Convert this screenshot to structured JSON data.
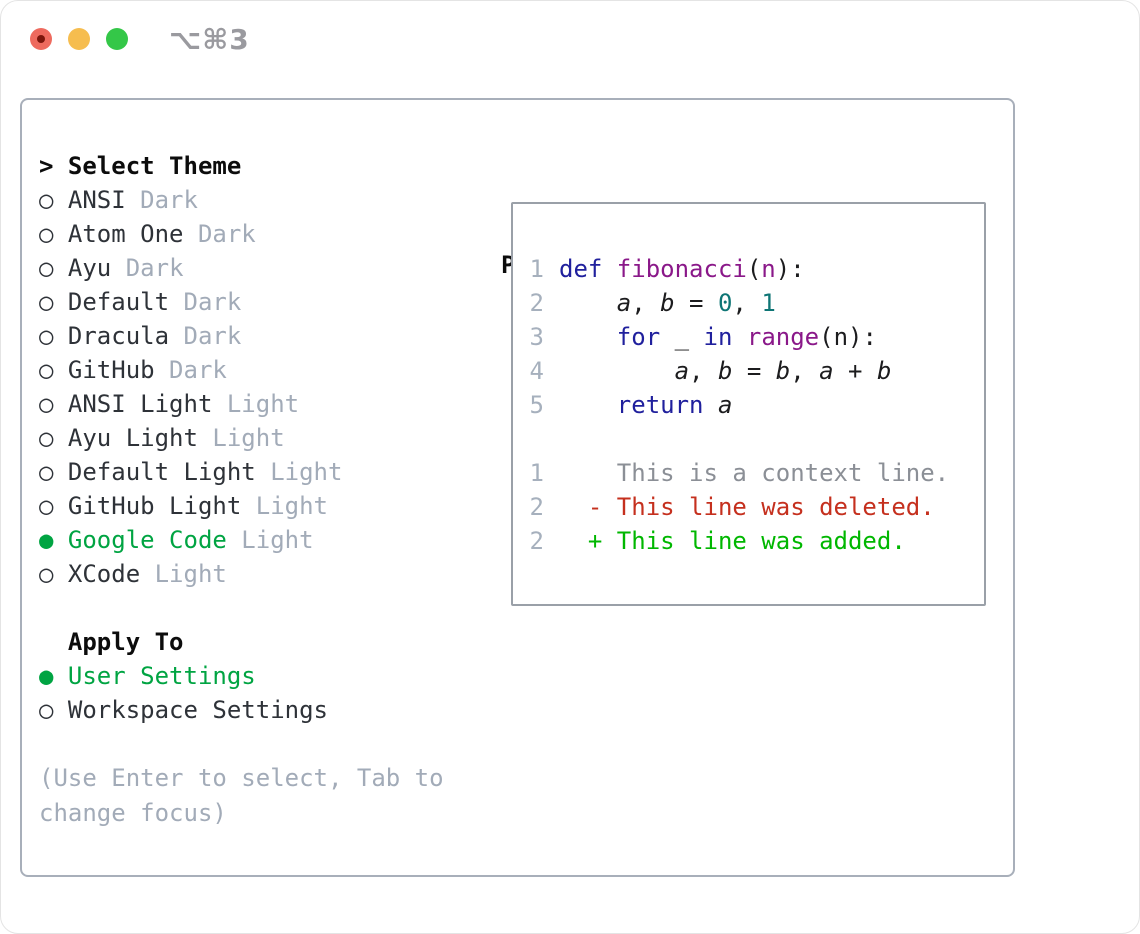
{
  "window": {
    "title": "⌥⌘3",
    "traffic_lights": {
      "close": "close-button",
      "minimize": "minimize-button",
      "zoom": "zoom-button"
    }
  },
  "theme_panel": {
    "header": {
      "pointer": ">",
      "label": "Select Theme"
    },
    "themes": [
      {
        "name": "ANSI",
        "variant": "Dark",
        "selected": false
      },
      {
        "name": "Atom One",
        "variant": "Dark",
        "selected": false
      },
      {
        "name": "Ayu",
        "variant": "Dark",
        "selected": false
      },
      {
        "name": "Default",
        "variant": "Dark",
        "selected": false
      },
      {
        "name": "Dracula",
        "variant": "Dark",
        "selected": false
      },
      {
        "name": "GitHub",
        "variant": "Dark",
        "selected": false
      },
      {
        "name": "ANSI Light",
        "variant": "Light",
        "selected": false
      },
      {
        "name": "Ayu Light",
        "variant": "Light",
        "selected": false
      },
      {
        "name": "Default Light",
        "variant": "Light",
        "selected": false
      },
      {
        "name": "GitHub Light",
        "variant": "Light",
        "selected": false
      },
      {
        "name": "Google Code",
        "variant": "Light",
        "selected": true
      },
      {
        "name": "XCode",
        "variant": "Light",
        "selected": false
      }
    ],
    "markers": {
      "unselected": "○",
      "selected": "●"
    },
    "apply_to": {
      "label": "Apply To",
      "options": [
        {
          "name": "User Settings",
          "selected": true
        },
        {
          "name": "Workspace Settings",
          "selected": false
        }
      ]
    },
    "hint": "(Use Enter to select, Tab to change focus)"
  },
  "preview": {
    "label": "Preview",
    "code_lines": [
      {
        "num": "1",
        "tokens": [
          {
            "t": "def ",
            "c": "kw"
          },
          {
            "t": "fibonacci",
            "c": "fn"
          },
          {
            "t": "(",
            "c": "pl"
          },
          {
            "t": "n",
            "c": "fn"
          },
          {
            "t": "):",
            "c": "pl"
          }
        ]
      },
      {
        "num": "2",
        "tokens": [
          {
            "t": "    ",
            "c": "pl"
          },
          {
            "t": "a",
            "c": "v"
          },
          {
            "t": ", ",
            "c": "pl"
          },
          {
            "t": "b",
            "c": "v"
          },
          {
            "t": " = ",
            "c": "pl"
          },
          {
            "t": "0",
            "c": "num"
          },
          {
            "t": ", ",
            "c": "pl"
          },
          {
            "t": "1",
            "c": "num"
          }
        ]
      },
      {
        "num": "3",
        "tokens": [
          {
            "t": "    ",
            "c": "pl"
          },
          {
            "t": "for",
            "c": "kw"
          },
          {
            "t": " _ ",
            "c": "pl"
          },
          {
            "t": "in",
            "c": "kw"
          },
          {
            "t": " ",
            "c": "pl"
          },
          {
            "t": "range",
            "c": "fn"
          },
          {
            "t": "(n):",
            "c": "pl"
          }
        ]
      },
      {
        "num": "4",
        "tokens": [
          {
            "t": "        ",
            "c": "pl"
          },
          {
            "t": "a",
            "c": "v"
          },
          {
            "t": ", ",
            "c": "pl"
          },
          {
            "t": "b",
            "c": "v"
          },
          {
            "t": " = ",
            "c": "pl"
          },
          {
            "t": "b",
            "c": "v"
          },
          {
            "t": ", ",
            "c": "pl"
          },
          {
            "t": "a",
            "c": "v"
          },
          {
            "t": " + ",
            "c": "pl"
          },
          {
            "t": "b",
            "c": "v"
          }
        ]
      },
      {
        "num": "5",
        "tokens": [
          {
            "t": "    ",
            "c": "pl"
          },
          {
            "t": "return",
            "c": "kw"
          },
          {
            "t": " ",
            "c": "pl"
          },
          {
            "t": "a",
            "c": "v"
          }
        ]
      }
    ],
    "diff_lines": [
      {
        "num": "1",
        "kind": "context",
        "text": "    This is a context line."
      },
      {
        "num": "2",
        "kind": "deleted",
        "text": "  - This line was deleted."
      },
      {
        "num": "2",
        "kind": "added",
        "text": "  + This line was added."
      }
    ]
  },
  "colors": {
    "accent-green": "#00a442",
    "traffic-red": "#ee6a5e",
    "traffic-red-dot": "#7c160c",
    "traffic-yellow": "#f6bd4f",
    "traffic-green": "#34c748",
    "title-gray": "#9a9a9f",
    "panel-border": "#a8afba",
    "box-border": "#9aa0a8",
    "text-black": "#0c0c0c",
    "text-dark": "#2e3238",
    "muted": "#a2abb8",
    "line-num": "#a6b0bd",
    "kw": "#20209d",
    "fn": "#8a1889",
    "num": "#0e7575",
    "plain": "#1c1c1e",
    "ctx": "#8b8f96",
    "del": "#c5301e",
    "add": "#00b700"
  }
}
